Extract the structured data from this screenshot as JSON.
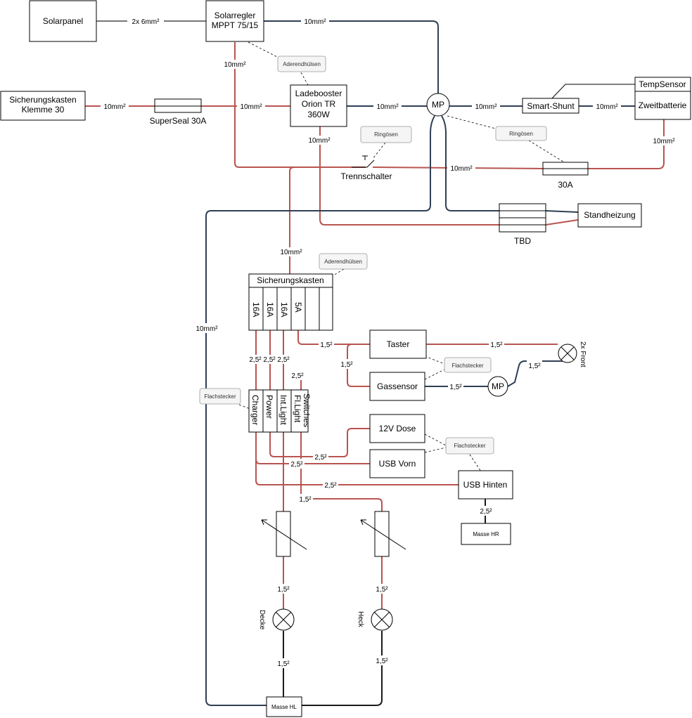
{
  "components": {
    "solarpanel": "Solarpanel",
    "solarregler_l1": "Solarregler",
    "solarregler_l2": "MPPT 75/15",
    "sicherungskasten_k30_l1": "Sicherungskasten",
    "sicherungskasten_k30_l2": "Klemme 30",
    "superseal": "SuperSeal 30A",
    "ladebooster_l1": "Ladebooster",
    "ladebooster_l2": "Orion TR",
    "ladebooster_l3": "360W",
    "mp": "MP",
    "smart_shunt": "Smart-Shunt",
    "tempsensor": "TempSensor",
    "zweitbatterie": "Zweitbatterie",
    "trennschalter": "Trennschalter",
    "fuse_30a": "30A",
    "tbd": "TBD",
    "standheizung": "Standheizung",
    "sicherungskasten": "Sicherungskasten",
    "fuses": [
      "16A",
      "16A",
      "16A",
      "5A",
      "",
      ""
    ],
    "switches_title": "Switches",
    "switches": [
      "Charger",
      "Power",
      "Int.Light",
      "Fl.Light"
    ],
    "taster": "Taster",
    "gassensor": "Gassensor",
    "dose_12v": "12V Dose",
    "usb_vorn": "USB Vorn",
    "usb_hinten": "USB Hinten",
    "masse_hr": "Masse HR",
    "masse_hl": "Masse HL",
    "front_lamp": "2x Front",
    "decke": "Decke",
    "heck": "Heck"
  },
  "notes": {
    "aderendhuelsen_top": "Aderendhülsen",
    "ringoesen_left": "Ringösen",
    "ringoesen_right": "Ringösen",
    "aderendhuelsen_box": "Aderendhülsen",
    "flachstecker_left": "Flachstecker",
    "flachstecker_gas": "Flachstecker",
    "flachstecker_usb": "Flachstecker"
  },
  "wire_labels": {
    "solar": "2x 6mm²",
    "regler_mp": "10mm²",
    "regler_down": "10mm²",
    "k30": "10mm²",
    "booster_in": "10mm²",
    "booster_mp": "10mm²",
    "mp_shunt": "10mm²",
    "shunt_batt": "10mm²",
    "booster_down": "10mm²",
    "batt_down": "10mm²",
    "fuse_30a": "10mm²",
    "to_fusebox": "10mm²",
    "ground_left": "10mm²",
    "fuse_out_1": "2,5²",
    "fuse_out_2": "2,5²",
    "fuse_out_3": "2,5²",
    "fuse_out_4": "2,5²",
    "to_taster": "1,5²",
    "taster_gas": "1,5²",
    "taster_front": "1,5²",
    "front_mp": "1,5²",
    "gas_mp": "1,5²",
    "dose": "2,5²",
    "usb_vorn": "2,5²",
    "usb_hinten": "2,5²",
    "usb_hinten_masse": "2,5²",
    "fl_light": "1,5²",
    "decke_top": "1,5²",
    "heck_top": "1,5²",
    "decke_bottom": "1,5²",
    "heck_bottom": "1,5²"
  },
  "colors": {
    "positive_wire": "#b85450",
    "negative_wire": "#1a1a1a",
    "main_negative_wire": "#2f3f55",
    "note_fill": "#f5f5f5"
  }
}
